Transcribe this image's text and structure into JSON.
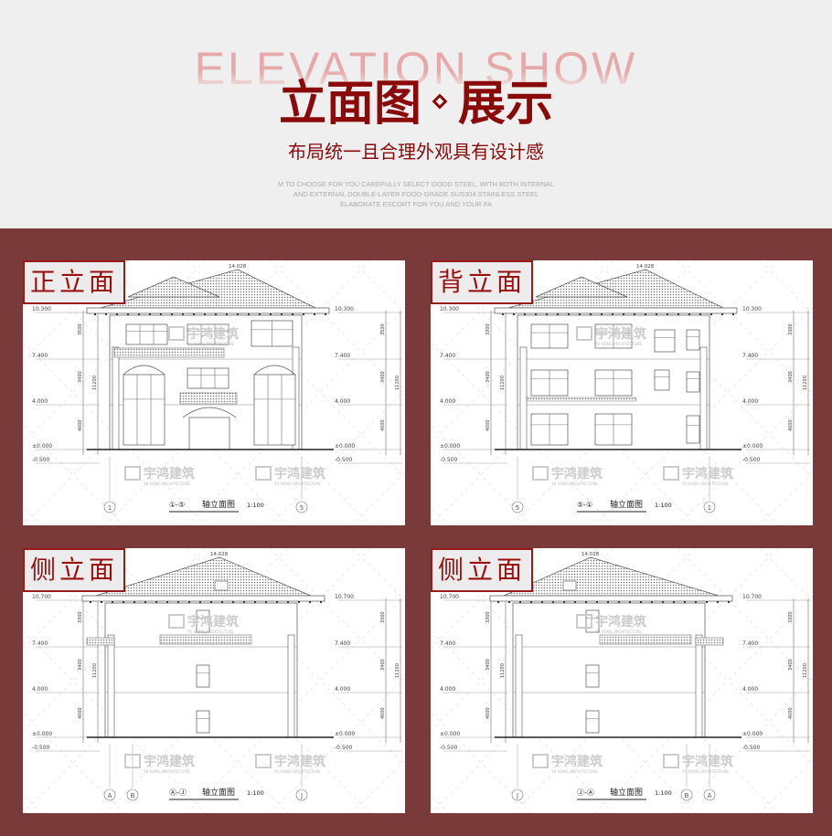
{
  "header": {
    "bg_title": "ELEVATION SHOW",
    "title_left": "立面图",
    "title_right": "展示",
    "subtitle": "布局统一且合理外观具有设计感",
    "english_lines": [
      "M TO CHOOSE FOR YOU CAREFULLY SELECT GOOD STEEL, WITH BOTH INTERNAL",
      "AND EXTERNAL DOUBLE-LAYER FOOD-GRADE SUS304 STAINLESS STEEL",
      "ELABORATE ESCORT FOR YOU AND YOUR FA"
    ]
  },
  "colors": {
    "accent": "#8a0a0a",
    "frame": "#7b3a3a",
    "top_bg": "#efefef"
  },
  "watermark": {
    "cn": "宇鸿建筑",
    "en": "YU HONG ARCHITECTURE"
  },
  "panels": [
    {
      "tag": "正立面",
      "caption_axes": "①-⑤",
      "caption_text": "轴立面图",
      "scale": "1:100",
      "axis_left": "1",
      "axis_right": "5",
      "axis_mid": "",
      "ridge": "14.028",
      "levels_left": [
        "10.300",
        "7.400",
        "4.000",
        "±0.000",
        "-0.500"
      ],
      "levels_right": [
        "10.300",
        "7.400",
        "4.000",
        "±0.000",
        "-0.500"
      ],
      "dims": [
        "3500",
        "3400",
        "4000",
        "11200"
      ],
      "variant": "front"
    },
    {
      "tag": "背立面",
      "caption_axes": "⑤-①",
      "caption_text": "轴立面图",
      "scale": "1:100",
      "axis_left": "5",
      "axis_right": "1",
      "axis_mid": "",
      "ridge": "14.028",
      "levels_left": [
        "10.300",
        "7.400",
        "4.000",
        "±0.000",
        "-0.500"
      ],
      "levels_right": [
        "10.300",
        "7.400",
        "4.000",
        "±0.000",
        "-0.500"
      ],
      "dims": [
        "3300",
        "3400",
        "4000",
        "11200"
      ],
      "variant": "back"
    },
    {
      "tag": "侧立面",
      "caption_axes": "Ⓐ-Ⓙ",
      "caption_text": "轴立面图",
      "scale": "1:100",
      "axis_left": "A",
      "axis_right": "J",
      "axis_mid": "B",
      "ridge": "14.028",
      "levels_left": [
        "10.700",
        "7.400",
        "4.000",
        "±0.000",
        "-0.500"
      ],
      "levels_right": [
        "10.700",
        "7.400",
        "4.000",
        "±0.000",
        "-0.500"
      ],
      "dims": [
        "3300",
        "3400",
        "4000",
        "11200"
      ],
      "variant": "sideL"
    },
    {
      "tag": "侧立面",
      "caption_axes": "Ⓙ-Ⓐ",
      "caption_text": "轴立面图",
      "scale": "1:100",
      "axis_left": "J",
      "axis_right": "A",
      "axis_mid": "B",
      "ridge": "14.028",
      "levels_left": [
        "10.700",
        "7.400",
        "4.000",
        "±0.000",
        "-0.500"
      ],
      "levels_right": [
        "10.700",
        "7.400",
        "4.000",
        "±0.000",
        "-0.500"
      ],
      "dims": [
        "3300",
        "3400",
        "4000",
        "11200"
      ],
      "variant": "sideR"
    }
  ]
}
